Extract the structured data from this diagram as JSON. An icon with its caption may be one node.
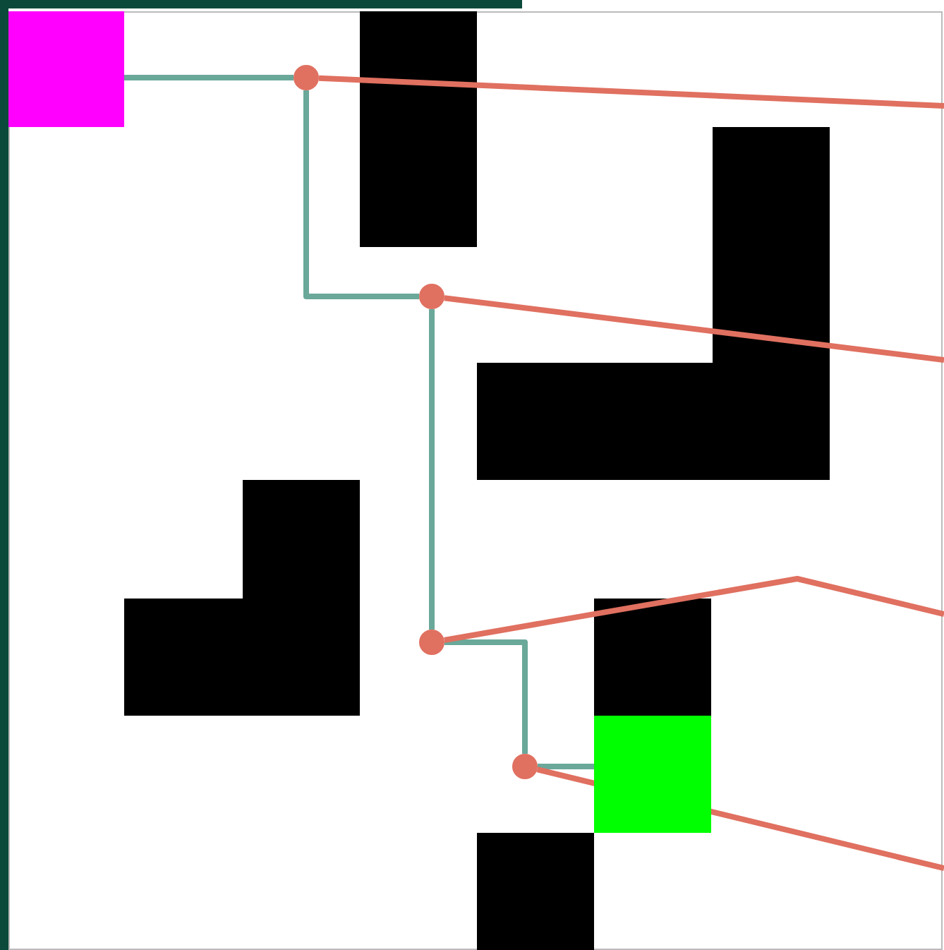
{
  "diagram": {
    "nodes": [
      {
        "text": [],
        "shape": "box"
      },
      {
        "text": [],
        "shape": "circle"
      },
      {
        "text": [],
        "shape": "circle"
      },
      {
        "text": [],
        "shape": "circle"
      },
      {
        "text": [],
        "shape": "circle"
      },
      {
        "text": [],
        "shape": "box"
      }
    ],
    "edges": [
      {
        "from": 0,
        "to": 1,
        "arrow": "none"
      },
      {
        "from": 1,
        "to": 2,
        "arrow": "none"
      },
      {
        "from": 2,
        "to": 3,
        "arrow": "none"
      },
      {
        "from": 3,
        "to": 4,
        "arrow": "none"
      },
      {
        "from": 4,
        "to": 5,
        "arrow": "none"
      },
      {
        "from": 1,
        "to": null,
        "arrow": "none",
        "color": "#e07060"
      },
      {
        "from": 2,
        "to": null,
        "arrow": "none",
        "color": "#e07060"
      },
      {
        "from": 3,
        "to": null,
        "arrow": "none",
        "color": "#e07060"
      },
      {
        "from": 4,
        "to": null,
        "arrow": "none",
        "color": "#e07060"
      }
    ]
  }
}
